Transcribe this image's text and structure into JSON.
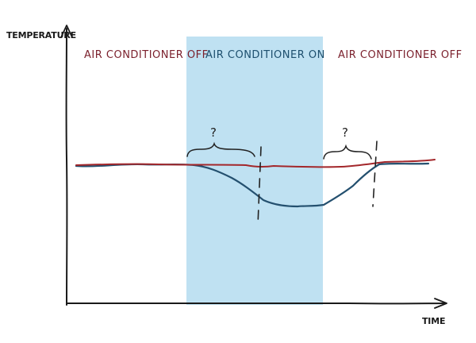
{
  "labels": {
    "y_axis": "TEMPERATURE",
    "x_axis": "TIME",
    "zone_left": "AIR CONDITIONER OFF",
    "zone_middle": "AIR CONDITIONER ON",
    "zone_right": "AIR CONDITIONER OFF",
    "question_left": "?",
    "question_right": "?"
  },
  "colors": {
    "background": "#ffffff",
    "on_zone_fill": "#bfe1f2",
    "off_text": "#7a1f2b",
    "on_text": "#1d4f6e",
    "red_line": "#a3272b",
    "blue_line": "#24506f",
    "axis": "#1a1a1a",
    "annotation": "#222222"
  }
}
